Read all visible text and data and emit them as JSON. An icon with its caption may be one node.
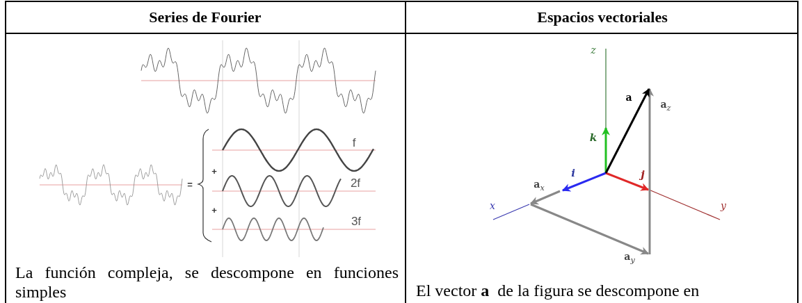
{
  "diagram": {
    "labels": [
      "Series de Fourier",
      "Espacios vectoriales",
      "f",
      "=",
      "+",
      "2f",
      "+",
      "3f",
      "La función compleja, se descompone en funciones simples",
      "z",
      "a",
      "**a**$_{z}$",
      "k",
      "i",
      "j",
      "**a**$_{x}$",
      "x",
      "y",
      "**a**$_{y}$",
      "El vector **a**  de la figura se descompone en"
    ]
  }
}
